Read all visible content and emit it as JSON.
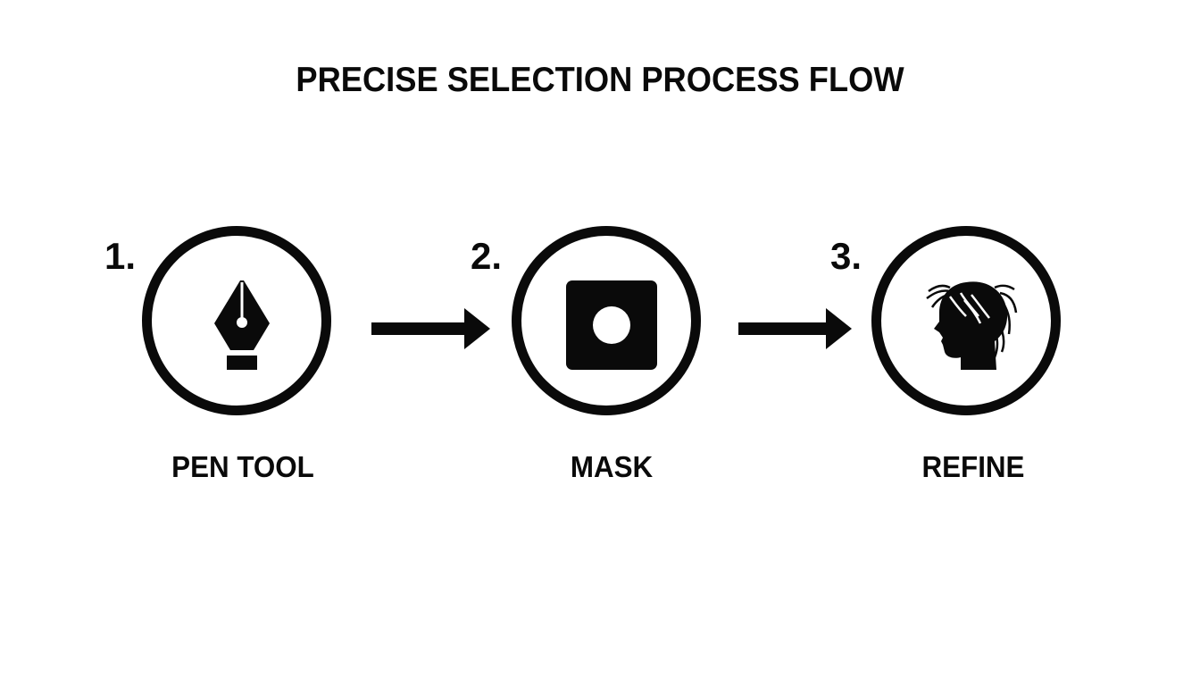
{
  "title": "PRECISE SELECTION PROCESS FLOW",
  "steps": [
    {
      "number": "1.",
      "label": "PEN TOOL",
      "icon": "pen-nib-icon"
    },
    {
      "number": "2.",
      "label": "MASK",
      "icon": "mask-icon"
    },
    {
      "number": "3.",
      "label": "REFINE",
      "icon": "hair-head-icon"
    }
  ],
  "connectors": [
    "arrow-right",
    "arrow-right"
  ],
  "colors": {
    "foreground": "#0a0a0a",
    "background": "#ffffff"
  }
}
